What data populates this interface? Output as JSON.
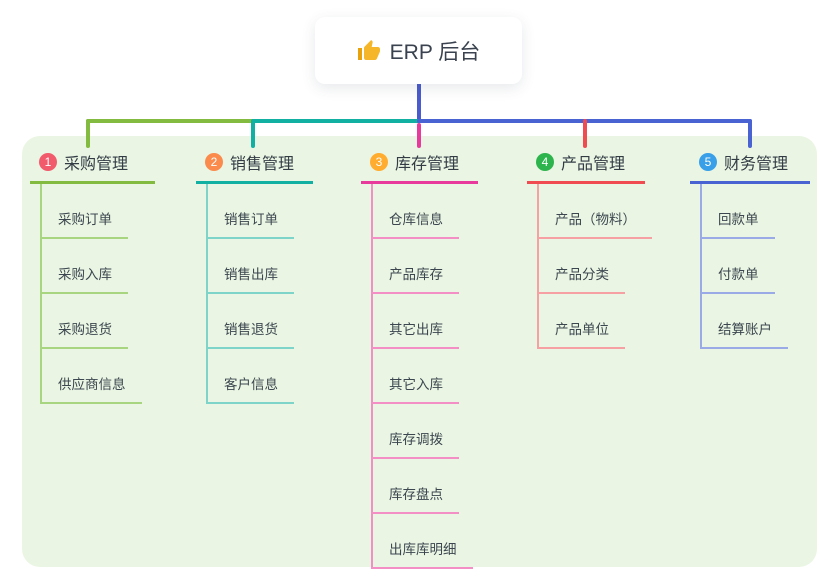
{
  "root": {
    "icon": "thumbs-up",
    "label": "ERP 后台",
    "stem_color": "#4A5BCE"
  },
  "colors": {
    "panel_bg": "#EAF6E3",
    "card_bg": "#FFFFFF",
    "title_text": "#333B45",
    "child_text": "#3C4650"
  },
  "branches": [
    {
      "num": "1",
      "title": "采购管理",
      "color": "#82BB3F",
      "light": "#A8D57F",
      "badge": "#F25B6C",
      "children": [
        "采购订单",
        "采购入库",
        "采购退货",
        "供应商信息"
      ]
    },
    {
      "num": "2",
      "title": "销售管理",
      "color": "#12AFA3",
      "light": "#7FD4C9",
      "badge": "#FA8B4D",
      "children": [
        "销售订单",
        "销售出库",
        "销售退货",
        "客户信息"
      ]
    },
    {
      "num": "3",
      "title": "库存管理",
      "color": "#E83A9D",
      "light": "#F48FC5",
      "badge": "#FFAC2F",
      "children": [
        "仓库信息",
        "产品库存",
        "其它出库",
        "其它入库",
        "库存调拨",
        "库存盘点",
        "出库库明细"
      ]
    },
    {
      "num": "4",
      "title": "产品管理",
      "color": "#F14B52",
      "light": "#F7A0A3",
      "badge": "#2DB44D",
      "children": [
        "产品（物料）",
        "产品分类",
        "产品单位"
      ]
    },
    {
      "num": "5",
      "title": "财务管理",
      "color": "#4A63D2",
      "light": "#9AAAE6",
      "badge": "#389FE8",
      "children": [
        "回款单",
        "付款单",
        "结算账户"
      ]
    }
  ]
}
